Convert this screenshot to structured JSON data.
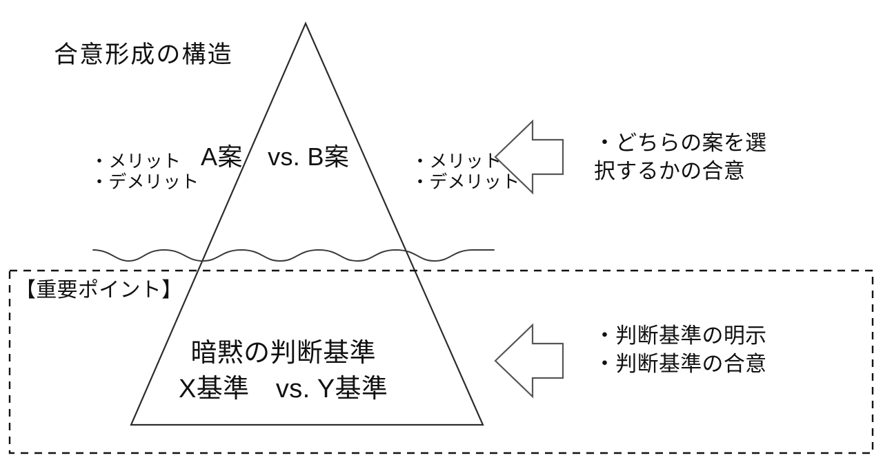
{
  "diagram": {
    "title": "合意形成の構造",
    "type": "pyramid-iceberg-diagram",
    "upper": {
      "proposals": "A案　vs. B案",
      "left_notes": "・メリット\n・デメリット",
      "right_notes": "・メリット\n・デメリット",
      "callout": "・どちらの案を選\n択するかの合意",
      "arrow": "left-arrow-icon"
    },
    "lower": {
      "badge": "【重要ポイント】",
      "criteria": "暗黙の判断基準\nX基準　vs. Y基準",
      "callout": "・判断基準の明示\n・判断基準の合意",
      "arrow": "left-arrow-icon"
    },
    "separator": "wavy-waterline",
    "colors": {
      "background": "#ffffff",
      "ink": "#111111",
      "stroke": "#2b2b2b",
      "wave": "#3a3a3a"
    }
  }
}
